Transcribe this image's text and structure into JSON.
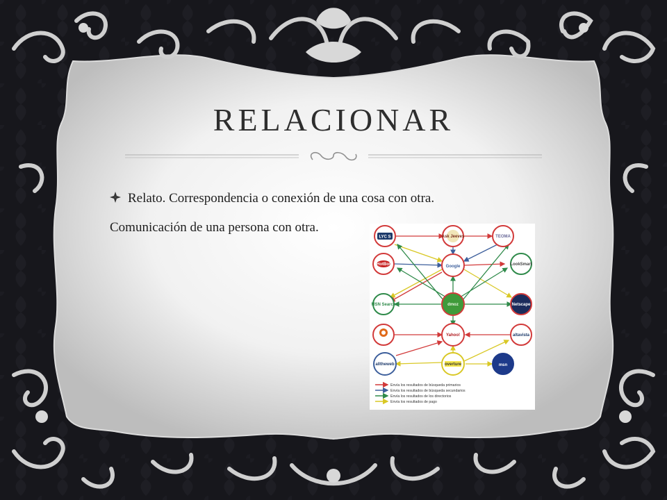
{
  "slide": {
    "title": "RELACIONAR",
    "bullet_text": "Relato. Correspondencia o conexión de una cosa con otra.",
    "second_line": "Comunicación de una persona con otra."
  },
  "diagram": {
    "nodes": [
      {
        "id": "lycos",
        "label": "LYC S"
      },
      {
        "id": "askjeeves",
        "label": "Ask Jeeves"
      },
      {
        "id": "teoma",
        "label": "TEOMA"
      },
      {
        "id": "google",
        "label": "Google"
      },
      {
        "id": "hotbot",
        "label": "HotBot"
      },
      {
        "id": "lookSmart",
        "label": "LookSmart"
      },
      {
        "id": "msnsearch",
        "label": "MSN Search"
      },
      {
        "id": "dmoz",
        "label": "dmoz"
      },
      {
        "id": "netscape",
        "label": "Netscape"
      },
      {
        "id": "inktomi",
        "label": ""
      },
      {
        "id": "yahoo",
        "label": "Yahoo!"
      },
      {
        "id": "altavista",
        "label": "altavista"
      },
      {
        "id": "alltheweb",
        "label": "alltheweb"
      },
      {
        "id": "overture",
        "label": "overture"
      },
      {
        "id": "msn",
        "label": "msn"
      }
    ],
    "legend": [
      {
        "label": "Envía los resultados de búsqueda primarios",
        "color": "#d23a3a"
      },
      {
        "label": "Envía los resultados de búsqueda secundarios",
        "color": "#3d5f9c"
      },
      {
        "label": "Envía los resultados de los directorios",
        "color": "#2f8a4a"
      },
      {
        "label": "Envía los resultados de pago",
        "color": "#e0d530"
      }
    ]
  }
}
